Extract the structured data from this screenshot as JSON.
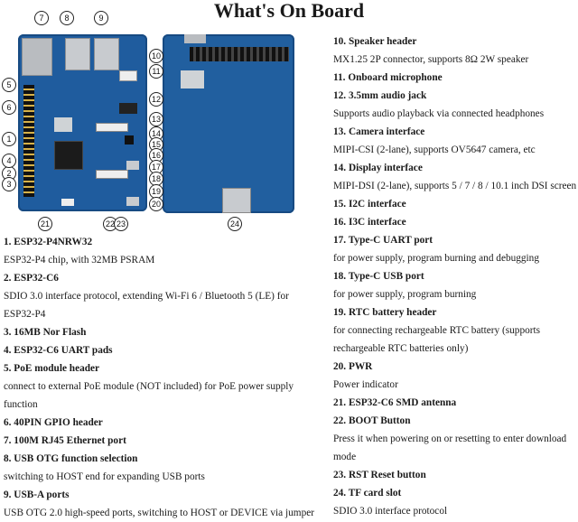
{
  "title": "What's On Board",
  "callout_numbers": [
    "7",
    "8",
    "9",
    "10",
    "11",
    "12",
    "13",
    "14",
    "15",
    "16",
    "17",
    "18",
    "19",
    "20",
    "21",
    "22",
    "23",
    "24",
    "1",
    "2",
    "3",
    "4",
    "5",
    "6"
  ],
  "items": [
    {
      "head": "1. ESP32-P4NRW32",
      "desc": "ESP32-P4 chip, with 32MB PSRAM"
    },
    {
      "head": "2. ESP32-C6",
      "desc": "SDIO 3.0 interface protocol, extending Wi-Fi 6 / Bluetooth 5 (LE) for ESP32-P4"
    },
    {
      "head": "3. 16MB Nor Flash",
      "desc": ""
    },
    {
      "head": "4. ESP32-C6 UART pads",
      "desc": ""
    },
    {
      "head": "5. PoE module header",
      "desc": "connect to external PoE module (NOT included) for PoE power supply function"
    },
    {
      "head": "6. 40PIN GPIO header",
      "desc": ""
    },
    {
      "head": "7. 100M RJ45 Ethernet port",
      "desc": ""
    },
    {
      "head": "8. USB OTG function selection",
      "desc": "switching to HOST end for expanding USB ports"
    },
    {
      "head": "9. USB-A ports",
      "desc": "USB OTG 2.0 high-speed ports, switching to HOST or DEVICE via jumper"
    },
    {
      "head": "10. Speaker header",
      "desc": "MX1.25 2P connector, supports 8Ω 2W speaker"
    },
    {
      "head": "11. Onboard microphone",
      "desc": ""
    },
    {
      "head": "12. 3.5mm audio jack",
      "desc": "Supports audio playback via connected headphones"
    },
    {
      "head": "13. Camera interface",
      "desc": "MIPI-CSI (2-lane), supports OV5647 camera, etc"
    },
    {
      "head": "14. Display interface",
      "desc": "MIPI-DSI (2-lane), supports 5 / 7 / 8 / 10.1 inch DSI screen"
    },
    {
      "head": "15. I2C interface",
      "desc": ""
    },
    {
      "head": "16. I3C interface",
      "desc": ""
    },
    {
      "head": "17. Type-C UART port",
      "desc": "for power supply, program burning and debugging"
    },
    {
      "head": "18. Type-C USB port",
      "desc": "for power supply, program burning"
    },
    {
      "head": "19. RTC battery header",
      "desc": "for connecting rechargeable RTC battery (supports rechargeable RTC batteries only)"
    },
    {
      "head": "20. PWR",
      "desc": "Power indicator"
    },
    {
      "head": "21. ESP32-C6 SMD antenna",
      "desc": ""
    },
    {
      "head": "22. BOOT Button",
      "desc": "Press it when powering on or resetting to enter download mode"
    },
    {
      "head": "23. RST Reset button",
      "desc": ""
    },
    {
      "head": "24. TF card slot",
      "desc": "SDIO 3.0 interface protocol"
    }
  ]
}
